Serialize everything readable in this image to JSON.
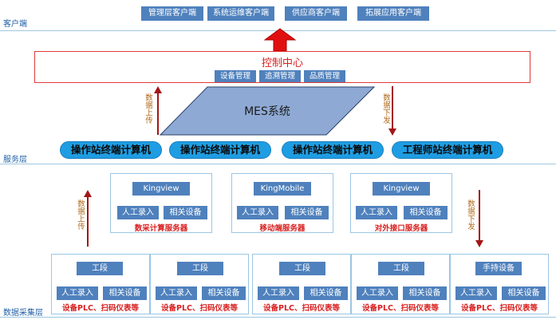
{
  "layers": {
    "client": "客户端",
    "service": "服务层",
    "data": "数据采集层"
  },
  "clients": [
    "管理层客户端",
    "系统运维客户端",
    "供应商客户端",
    "拓展应用客户端"
  ],
  "control": {
    "title": "控制中心",
    "buttons": [
      "设备管理",
      "追溯管理",
      "品质管理"
    ]
  },
  "mes": "MES系统",
  "flow": {
    "upload_left": "数据上传",
    "download_right": "数据下发",
    "upload_left2": "数据上传",
    "download_right2": "数据下发"
  },
  "terminals": [
    "操作站终端计算机",
    "操作站终端计算机",
    "操作站终端计算机",
    "工程师站终端计算机"
  ],
  "servers": [
    {
      "software": "Kingview",
      "btn1": "人工录入",
      "btn2": "相关设备",
      "label": "数采计算服务器"
    },
    {
      "software": "KingMobile",
      "btn1": "人工录入",
      "btn2": "相关设备",
      "label": "移动端服务器"
    },
    {
      "software": "Kingview",
      "btn1": "人工录入",
      "btn2": "相关设备",
      "label": "对外接口服务器"
    }
  ],
  "fields": [
    {
      "title": "工段",
      "btn1": "人工录入",
      "btn2": "相关设备",
      "label": "设备PLC、扫码仪表等"
    },
    {
      "title": "工段",
      "btn1": "人工录入",
      "btn2": "相关设备",
      "label": "设备PLC、扫码仪表等"
    },
    {
      "title": "工段",
      "btn1": "人工录入",
      "btn2": "相关设备",
      "label": "设备PLC、扫码仪表等"
    },
    {
      "title": "工段",
      "btn1": "人工录入",
      "btn2": "相关设备",
      "label": "设备PLC、扫码仪表等"
    },
    {
      "title": "手持设备",
      "btn1": "人工录入",
      "btn2": "相关设备",
      "label": "设备PLC、扫码仪表等"
    }
  ],
  "colors": {
    "accent": "#4f81bd",
    "pill": "#1f9de2",
    "red": "#d81f1f",
    "arrow_dark_red": "#a31616",
    "layer_line": "#9fc6e0"
  }
}
